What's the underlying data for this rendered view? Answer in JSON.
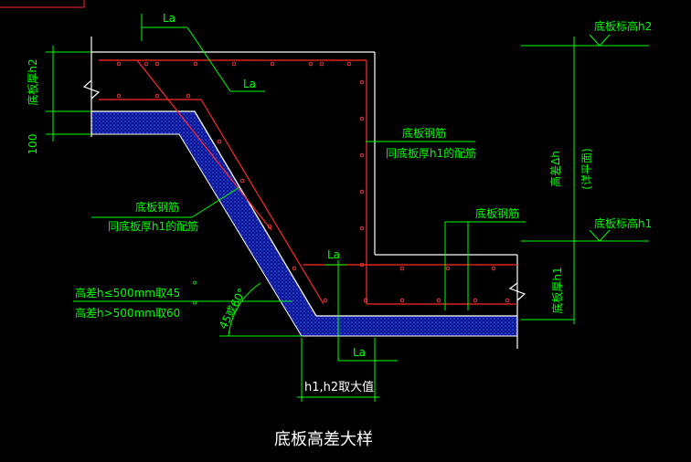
{
  "labels": {
    "la_top": "La",
    "la_top2": "La",
    "la_mid": "La",
    "la_bottom": "La",
    "top_elev": "底板标高h2",
    "bottom_elev": "底板标高h1",
    "height_diff": "高差Δh",
    "height_diff_note": "(详平面)",
    "thick_h2": "底板厚h2",
    "thick_h1": "底板厚h1",
    "dim_100": "100",
    "rebar_right_1": "底板钢筋",
    "rebar_right_2": "同底板厚h1的配筋",
    "rebar_left_1": "底板钢筋",
    "rebar_left_2": "同底板厚h1的配筋",
    "rebar_bottom": "底板钢筋",
    "angle_rule_1": "高差h≤500mm取45",
    "angle_rule_2": "高差h>500mm取60",
    "degree_1": "°",
    "degree_2": "°",
    "angle_label": "45或60°",
    "max_value": "h1,h2取大值",
    "title": "底板高差大样"
  },
  "colors": {
    "background": "#000000",
    "outline": "#ffffff",
    "dimension": "#00ff00",
    "rebar": "#ff2a2a",
    "cushion": "#1a2cff"
  }
}
